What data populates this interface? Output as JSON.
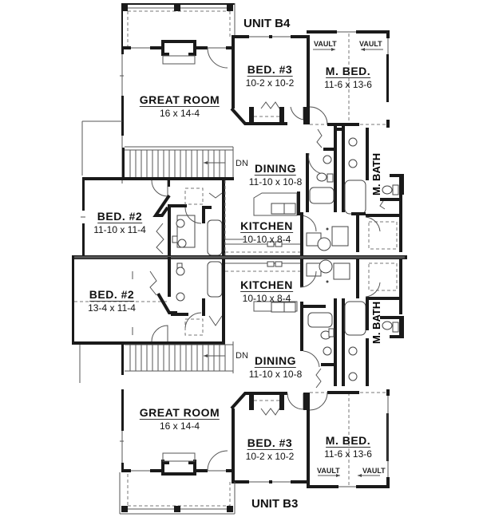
{
  "units": [
    {
      "label": "UNIT B4",
      "rooms": {
        "great_room": {
          "name": "GREAT ROOM",
          "dim": "16 x 14-4"
        },
        "bed3": {
          "name": "BED. #3",
          "dim": "10-2 x 10-2"
        },
        "mbed": {
          "name": "M. BED.",
          "dim": "11-6 x 13-6"
        },
        "dining": {
          "name": "DINING",
          "dim": "11-10 x 10-8"
        },
        "bed2": {
          "name": "BED. #2",
          "dim": "11-10 x 11-4"
        },
        "kitchen": {
          "name": "KITCHEN",
          "dim": "10-10 x 8-4"
        },
        "mbath": {
          "name": "M. BATH"
        }
      },
      "vault_left": "VAULT",
      "vault_right": "VAULT",
      "stair": "DN"
    },
    {
      "label": "UNIT B3",
      "rooms": {
        "great_room": {
          "name": "GREAT ROOM",
          "dim": "16 x 14-4"
        },
        "bed3": {
          "name": "BED. #3",
          "dim": "10-2 x 10-2"
        },
        "mbed": {
          "name": "M. BED.",
          "dim": "11-6 x 13-6"
        },
        "dining": {
          "name": "DINING",
          "dim": "11-10 x 10-8"
        },
        "bed2": {
          "name": "BED. #2",
          "dim": "13-4 x 11-4"
        },
        "kitchen": {
          "name": "KITCHEN",
          "dim": "10-10 x 8-4"
        },
        "mbath": {
          "name": "M. BATH"
        }
      },
      "vault_left": "VAULT",
      "vault_right": "VAULT",
      "stair": "DN"
    }
  ],
  "colors": {
    "wall": "#1a1a1a",
    "line": "#555555",
    "background": "#ffffff"
  }
}
